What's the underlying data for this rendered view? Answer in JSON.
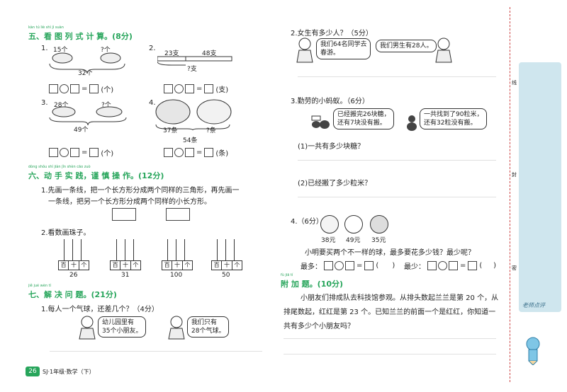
{
  "s5": {
    "pinyin": "kàn tú liè shì jì suàn",
    "title": "五、看 图 列 式 计 算。",
    "score": "(8分)",
    "q1_num": "1.",
    "q1_a": "15个",
    "q1_b": "?个",
    "q1_total": "32个",
    "q1_unit": "(个)",
    "q2_num": "2.",
    "q2_a": "23支",
    "q2_b": "48支",
    "q2_q": "?支",
    "q2_unit": "(支)",
    "q3_num": "3.",
    "q3_a": "28个",
    "q3_b": "?个",
    "q3_total": "49个",
    "q3_unit": "(个)",
    "q4_num": "4.",
    "q4_a": "37条",
    "q4_b": "?条",
    "q4_total": "54条",
    "q4_unit": "(条)"
  },
  "s6": {
    "pinyin": "dòng shǒu shí jiàn  jǐn shèn cāo zuò",
    "title": "六、动 手 实 践，谨 慎 操 作。",
    "score": "(12分)",
    "q1_line1": "1.先画一条线，把一个长方形分成两个同样的三角形，再先画一",
    "q1_line2": "一条线，把另一个长方形分成两个同样的小长方形。",
    "q2": "2.看数画珠子。",
    "abacus_labels": [
      "百",
      "十",
      "个"
    ],
    "numbers": [
      "26",
      "31",
      "100",
      "50"
    ]
  },
  "s7": {
    "pinyin": "jiě jué wèn tí",
    "title": "七、解 决 问 题。",
    "score": "(21分)",
    "q1": "1.每人一个气球，还差几个？（4分）",
    "bubble1_l1": "幼儿园里有",
    "bubble1_l2": "35个小朋友。",
    "bubble2_l1": "我们只有",
    "bubble2_l2": "28个气球。"
  },
  "right": {
    "q2": "2.女生有多少人？（5分）",
    "q2_b1_l1": "我们64名同学去",
    "q2_b1_l2": "春游。",
    "q2_b2": "我们男生有28人。",
    "q3": "3.勤劳的小蚂蚁。（6分）",
    "q3_b1_l1": "已经搬完26块糖，",
    "q3_b1_l2": "还有7块没有搬。",
    "q3_b2_l1": "一共找到了90粒米，",
    "q3_b2_l2": "还有32粒没有搬。",
    "q3_sub1": "(1)一共有多少块糖？",
    "q3_sub2": "(2)已经搬了多少粒米？",
    "q4": "4.（6分）",
    "prices": [
      "38元",
      "49元",
      "35元"
    ],
    "q4_text": "小明要买两个不一样的球，最多要花多少钱？最少呢？",
    "max_label": "最多：",
    "min_label": "最少：",
    "extra_pinyin": "fù jiā tí",
    "extra_title": "附 加 题。",
    "extra_score": "(10分)",
    "extra_l1": "小朋友们排成队去科技馆参观。从排头数起兰兰是第 20 个，从",
    "extra_l2": "排尾数起，红红是第 23 个。已知兰兰的前面一个是红红，你知道一",
    "extra_l3": "共有多少个小朋友吗？"
  },
  "sidebar": {
    "chars": [
      "线",
      "封",
      "密"
    ],
    "teacher": "老师点评"
  },
  "footer": {
    "page": "26",
    "text": "SJ·1年级·数学（下）"
  }
}
